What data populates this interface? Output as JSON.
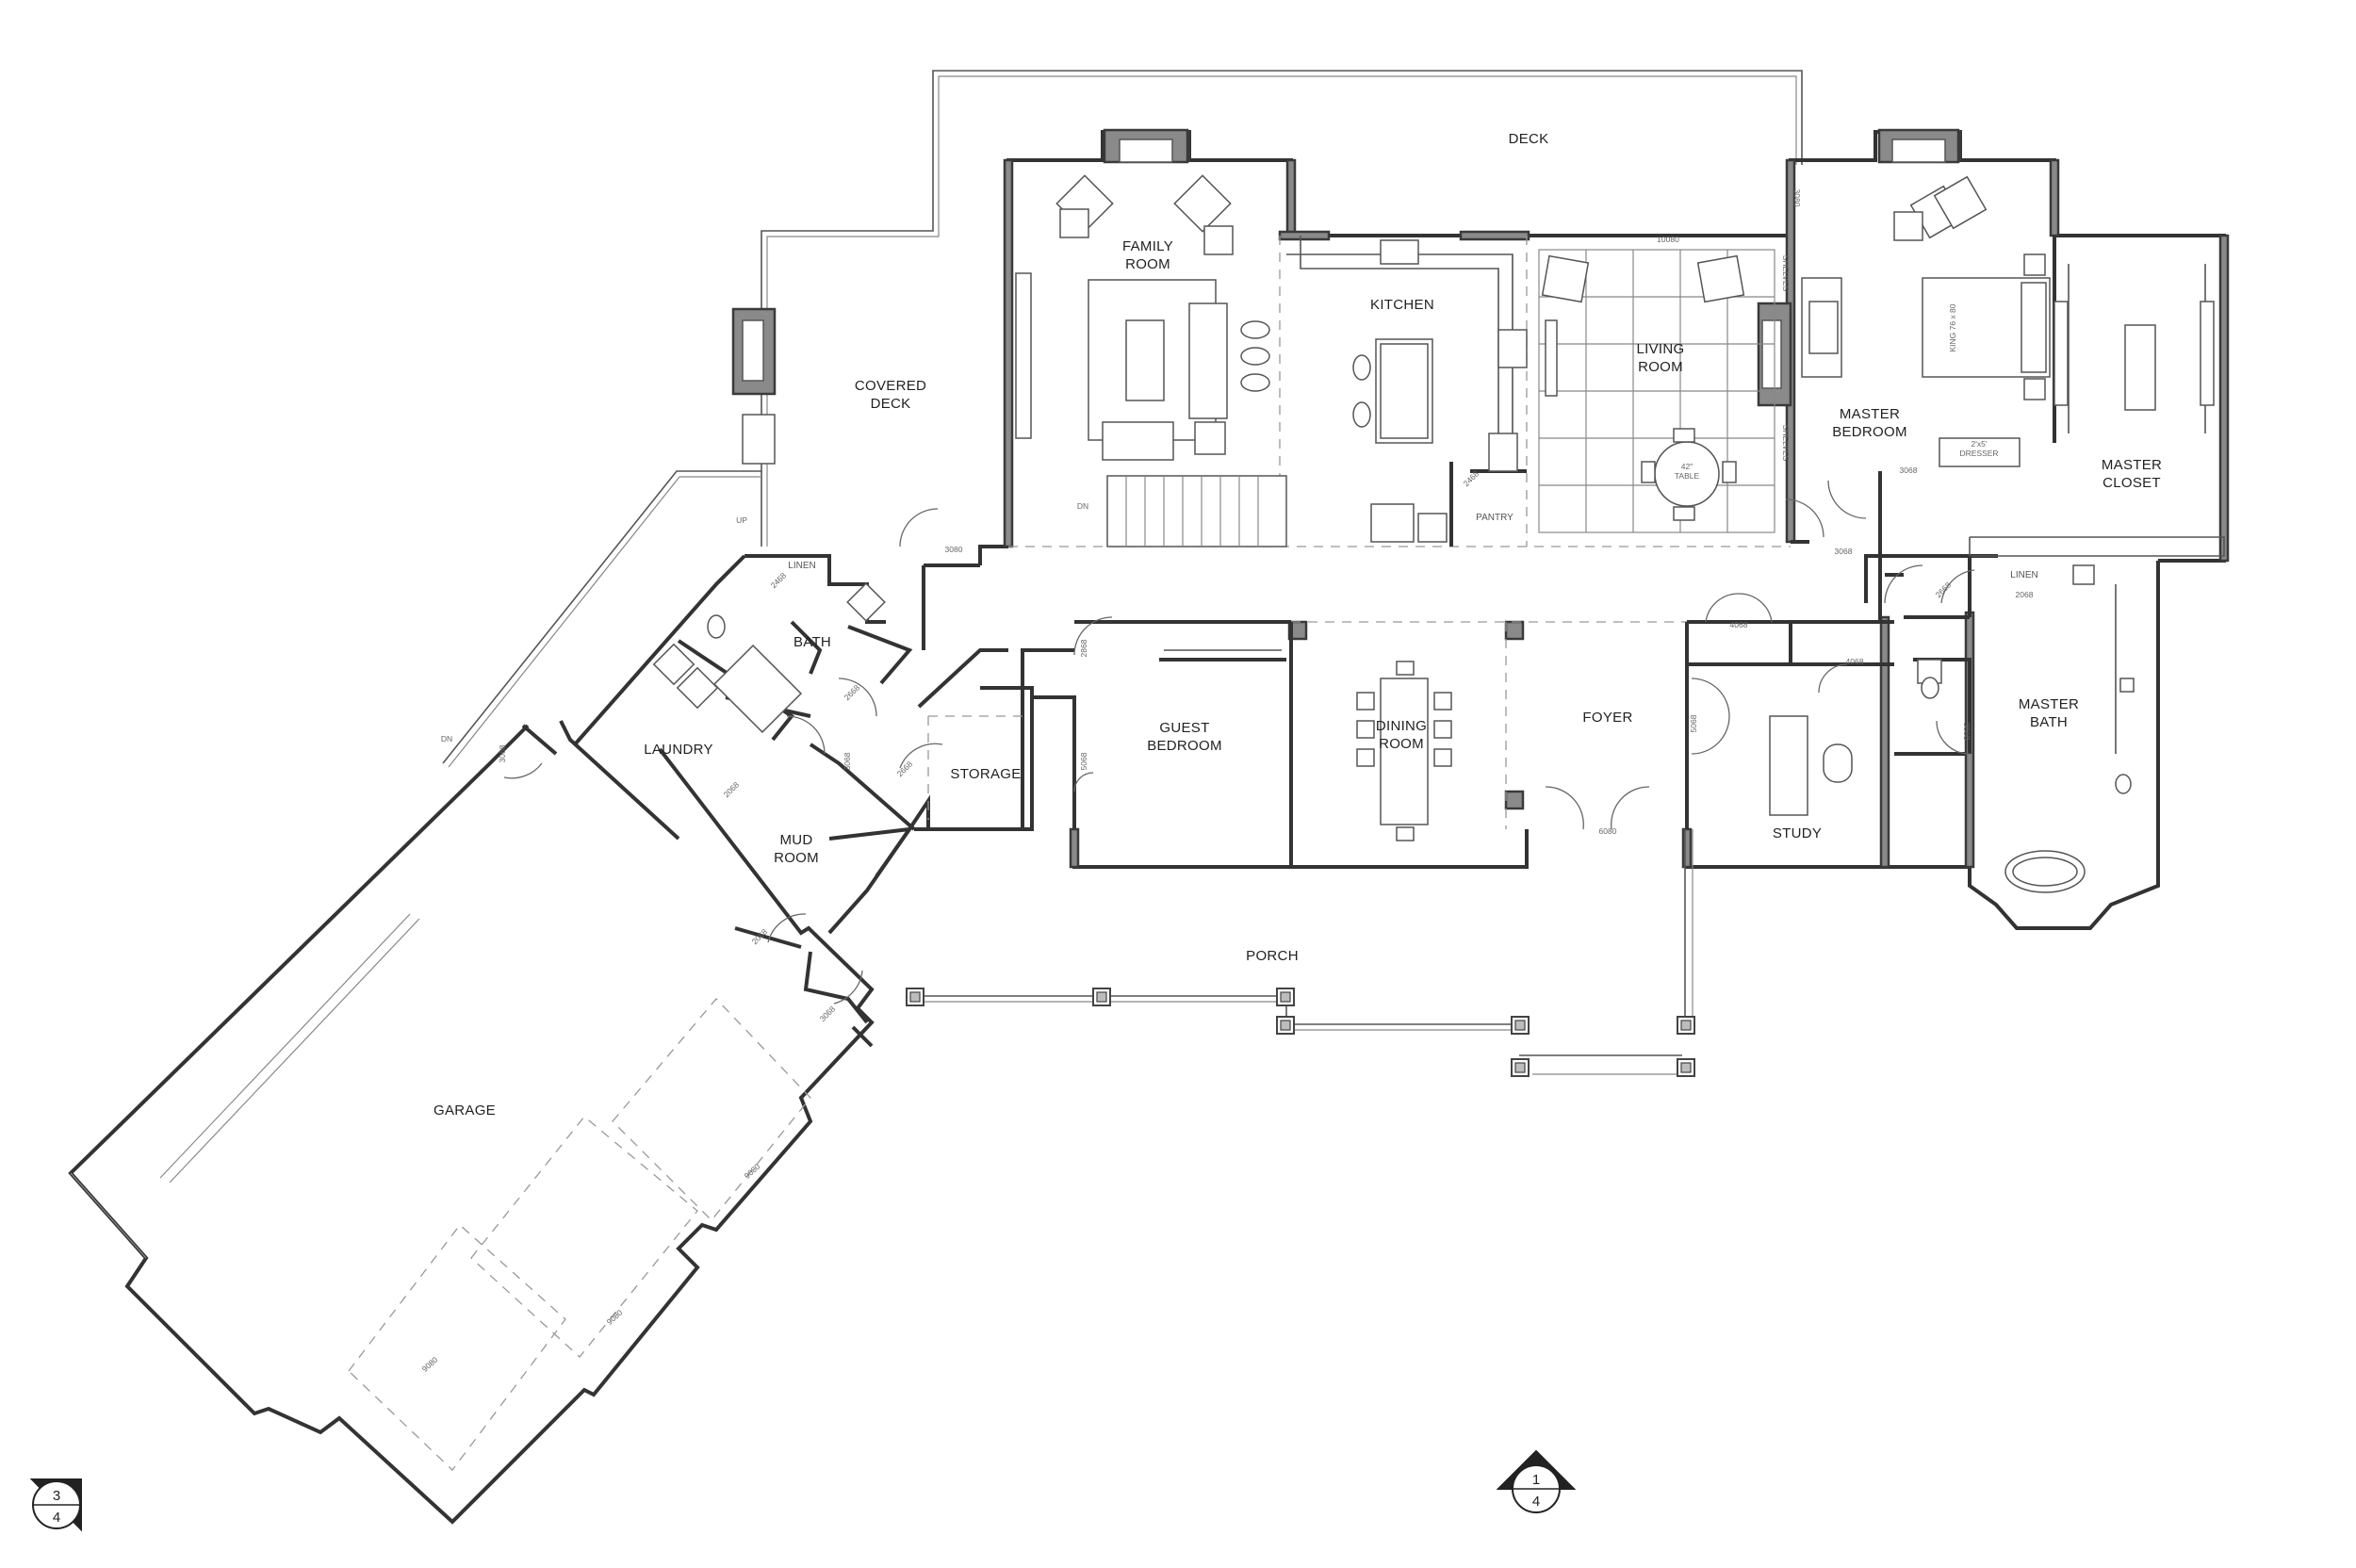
{
  "rooms": {
    "deck": "DECK",
    "covered_deck": [
      "COVERED",
      "DECK"
    ],
    "family_room": [
      "FAMILY",
      "ROOM"
    ],
    "kitchen": "KITCHEN",
    "living_room": [
      "LIVING",
      "ROOM"
    ],
    "master_bedroom": [
      "MASTER",
      "BEDROOM"
    ],
    "master_closet": [
      "MASTER",
      "CLOSET"
    ],
    "bath": "BATH",
    "laundry": "LAUNDRY",
    "mud_room": [
      "MUD",
      "ROOM"
    ],
    "storage": "STORAGE",
    "guest_bedroom": [
      "GUEST",
      "BEDROOM"
    ],
    "dining_room": [
      "DINING",
      "ROOM"
    ],
    "foyer": "FOYER",
    "study": "STUDY",
    "master_bath": [
      "MASTER",
      "BATH"
    ],
    "porch": "PORCH",
    "garage": "GARAGE",
    "pantry": "PANTRY",
    "linen": "LINEN",
    "master_linen": "LINEN"
  },
  "annotations": {
    "shelves": "SHELVES",
    "dresser": [
      "2'x5'",
      "DRESSER"
    ],
    "table": [
      "42\"",
      "TABLE"
    ],
    "king_bed": "KING 76 x 80",
    "up": "UP",
    "dn_stair": "DN",
    "dn_garage": "DN"
  },
  "door_tags": {
    "d_3080_deck": "3080",
    "d_10080": "10080",
    "d_3080_mb": "3080",
    "d_3068_a": "3068",
    "d_3068_b": "3068",
    "d_2468_pantry": "2468",
    "d_2468_linen": "2468",
    "d_2668_bath": "2668",
    "d_2068_laundry": "2068",
    "d_3068_mud": "3068",
    "d_2668_storage": "2668",
    "d_2868_guest": "2868",
    "d_5068_guest": "5068",
    "d_3068_garage": "3068",
    "d_2068_mud": "2068",
    "d_3068_gar2": "3068",
    "d_6080": "6080",
    "d_5068_foyer": "5068",
    "d_4068_a": "4068",
    "d_4068_b": "4068",
    "d_2668_mb": "2668",
    "d_2068_mb": "2068",
    "d_3068_mbath": "3068",
    "d_9080_a": "9080",
    "d_9080_b": "9080",
    "d_9080_c": "9080"
  },
  "markers": {
    "section_left": {
      "top": "3",
      "bottom": "4"
    },
    "section_bottom": {
      "top": "1",
      "bottom": "4"
    }
  },
  "colors": {
    "wall_fill": "#8a8a8a",
    "wall_stroke": "#3a3a3a",
    "line": "#555555",
    "background": "#ffffff"
  }
}
